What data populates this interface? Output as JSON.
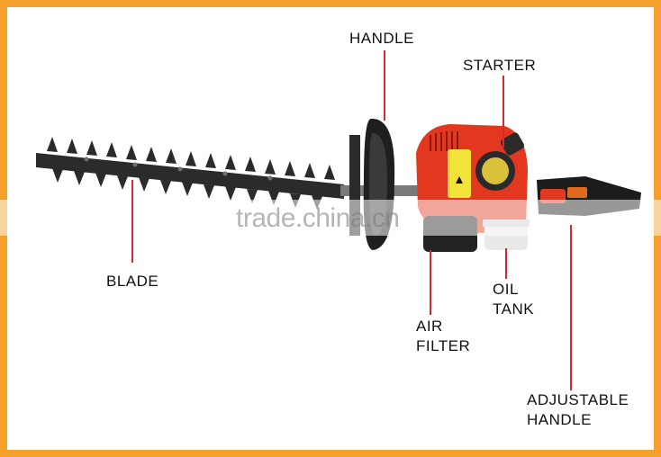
{
  "labels": {
    "handle": "HANDLE",
    "starter": "STARTER",
    "blade": "BLADE",
    "oil_tank_line1": "OIL",
    "oil_tank_line2": "TANK",
    "air_filter_line1": "AIR",
    "air_filter_line2": "FILTER",
    "adjustable_handle_line1": "ADJUSTABLE",
    "adjustable_handle_line2": "HANDLE"
  },
  "watermark": "trade.china.cn",
  "colors": {
    "frame": "#f4a02a",
    "leader_line": "#d42a2a",
    "engine_red": "#e2381f",
    "blade_dark": "#2a2a2a",
    "label_yellow": "#f2e23a"
  }
}
